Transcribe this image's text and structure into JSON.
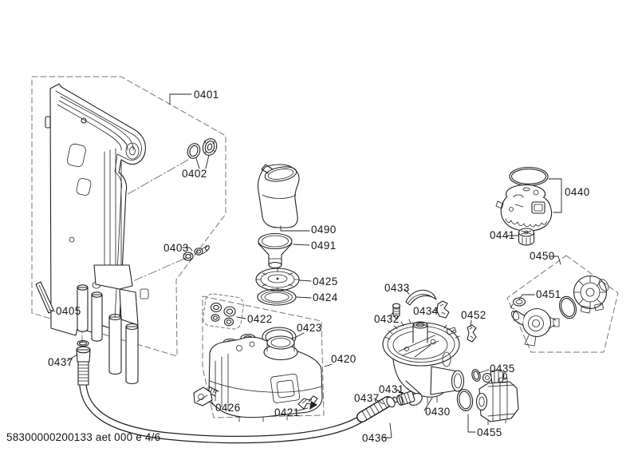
{
  "diagram": {
    "title_hint": "exploded-parts-diagram",
    "footer_text": "58300000200133 aet 000 e 4/6",
    "colors": {
      "background": "#ffffff",
      "line": "#222222",
      "dashed_box": "#767676"
    },
    "parts": [
      {
        "label": "0401",
        "part": "inner-panel-assembly"
      },
      {
        "label": "0402",
        "part": "seal-and-grommet"
      },
      {
        "label": "0403",
        "part": "small-fasteners"
      },
      {
        "label": "0405",
        "part": "retaining-strip"
      },
      {
        "label": "0437",
        "part": "hose-connector-left"
      },
      {
        "label": "0490",
        "part": "filling-jug"
      },
      {
        "label": "0491",
        "part": "funnel"
      },
      {
        "label": "0425",
        "part": "salt-cap"
      },
      {
        "label": "0424",
        "part": "cap-seal-ring"
      },
      {
        "label": "0422",
        "part": "grommet-set"
      },
      {
        "label": "0423",
        "part": "o-ring"
      },
      {
        "label": "0420",
        "part": "water-softener-tank"
      },
      {
        "label": "0426",
        "part": "sensor-valve"
      },
      {
        "label": "0421",
        "part": "retaining-clip"
      },
      {
        "label": "0433",
        "part": "cover-strip"
      },
      {
        "label": "0432",
        "part": "screw"
      },
      {
        "label": "0434",
        "part": "bracket"
      },
      {
        "label": "0452",
        "part": "holder"
      },
      {
        "label": "0431",
        "part": "coupling-sleeve"
      },
      {
        "label": "0430",
        "part": "sump-assembly"
      },
      {
        "label": "0437",
        "part": "hose-connector-bottom"
      },
      {
        "label": "0436",
        "part": "drain-hose"
      },
      {
        "label": "0435",
        "part": "valve-with-o-ring"
      },
      {
        "label": "0455",
        "part": "drain-pump"
      },
      {
        "label": "0440",
        "part": "pump-head-assembly"
      },
      {
        "label": "0441",
        "part": "cap"
      },
      {
        "label": "0450",
        "part": "circulation-pump-assembly"
      },
      {
        "label": "0451",
        "part": "clamp"
      }
    ]
  }
}
